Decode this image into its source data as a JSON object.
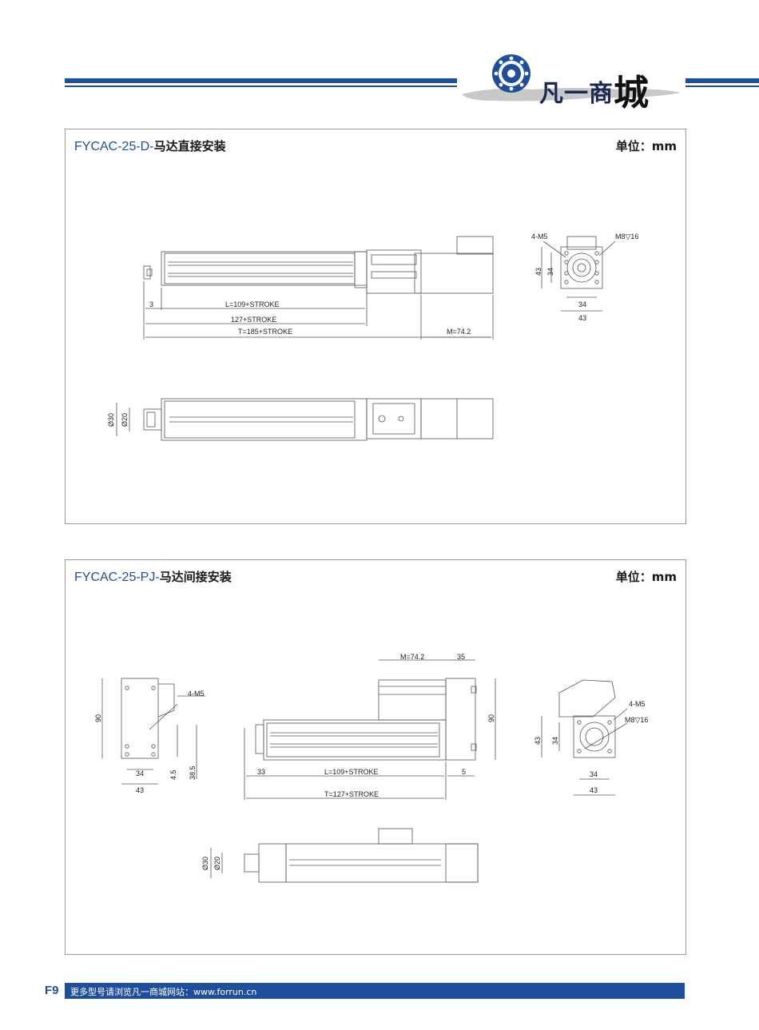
{
  "brand": {
    "name": "凡一商",
    "name_big": "城"
  },
  "colors": {
    "brand_blue": "#1f4e9c",
    "line": "#555555"
  },
  "panel1": {
    "code": "FYCAC-25-D-",
    "title_rest": "马达直接安装",
    "unit": "单位：mm",
    "dims": {
      "hole_label": "4-M5",
      "thread_label": "M8▽16",
      "d43a": "43",
      "d34a": "34",
      "d34b": "34",
      "d43b": "43",
      "d3": "3",
      "L": "L=109+STROKE",
      "len127": "127+STROKE",
      "T": "T=185+STROKE",
      "M": "M=74.2",
      "dia30": "Ø30",
      "dia20": "Ø20"
    }
  },
  "panel2": {
    "code": "FYCAC-25-PJ-",
    "title_rest": "马达间接安装",
    "unit": "单位：mm",
    "dims": {
      "hole_label_left": "4-M5",
      "d90_left": "90",
      "d34_left": "34",
      "d43_left": "43",
      "d45": "4.5",
      "d385": "38.5",
      "M": "M=74.2",
      "d35": "35",
      "d90_right": "90",
      "d33": "33",
      "L": "L=109+STROKE",
      "d5": "5",
      "T": "T=127+STROKE",
      "hole_label_right": "4-M5",
      "thread_label": "M8▽16",
      "d43a": "43",
      "d34a": "34",
      "d34b": "34",
      "d43b": "43",
      "dia30": "Ø30",
      "dia20": "Ø20"
    }
  },
  "footer": {
    "page": "F9",
    "text": "更多型号请浏览凡一商城网站：www.forrun.cn"
  }
}
